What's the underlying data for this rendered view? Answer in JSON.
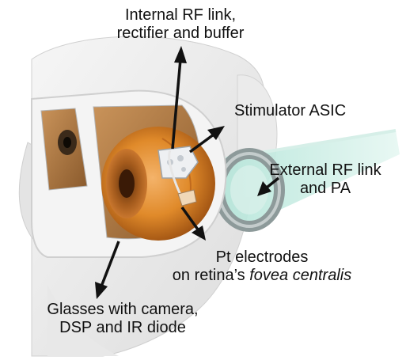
{
  "labels": {
    "internal_rf": {
      "line1": "Internal RF link,",
      "line2": "rectifier and buffer"
    },
    "stimulator": {
      "text": "Stimulator ASIC"
    },
    "external_rf": {
      "line1": "External RF link",
      "line2": "and PA"
    },
    "electrodes": {
      "line1": "Pt electrodes",
      "line2_prefix": "on retina’s ",
      "line2_italic": "fovea centralis"
    },
    "glasses": {
      "line1": "Glasses with camera,",
      "line2": "DSP and IR diode"
    }
  },
  "colors": {
    "arrow": "#111111",
    "frame": "#f2f2f2",
    "lens_tint": "#b07a3c",
    "eyeball": "#e08a2a",
    "coil": "#9aa6a6",
    "temple_glow": "#bfe9de"
  }
}
